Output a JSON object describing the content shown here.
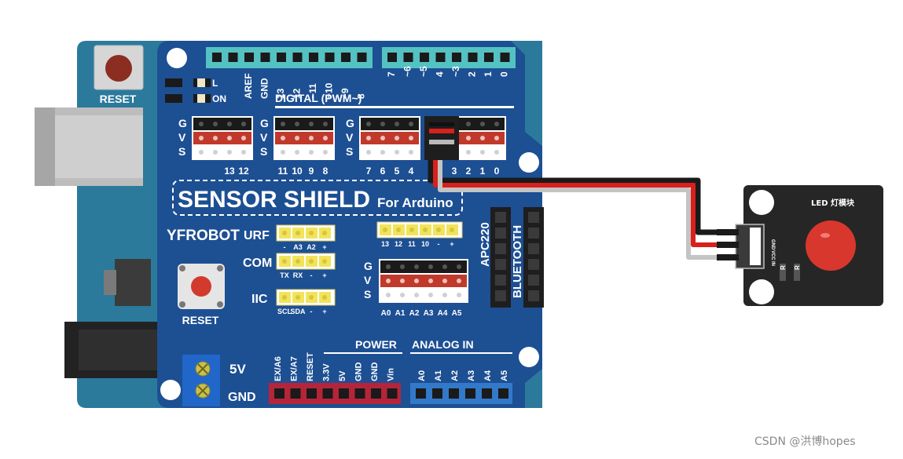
{
  "board": {
    "uno_reset_label": "RESET",
    "led_l": "L",
    "led_on": "ON",
    "top_pins_left": [
      "AREF",
      "GND",
      "13",
      "12",
      "~11",
      "~10",
      "~9",
      "8"
    ],
    "top_pins_right": [
      "7",
      "~6",
      "~5",
      "4",
      "~3",
      "2",
      "1",
      "0"
    ],
    "digital_label": "DIGITAL  (PWM~)",
    "gvs": [
      "G",
      "V",
      "S"
    ],
    "group1_nums": [
      "13",
      "12"
    ],
    "group2_nums": [
      "11",
      "10",
      "9",
      "8"
    ],
    "group3_nums": [
      "7",
      "6",
      "5",
      "4"
    ],
    "group4_nums": [
      "3",
      "2",
      "1",
      "0"
    ],
    "shield_title": "SENSOR  SHIELD",
    "shield_subtitle": "For Arduino",
    "brand": "YFROBOT",
    "urf_label": "URF",
    "urf_pins": [
      "-",
      "A3",
      "A2",
      "+"
    ],
    "com_label": "COM",
    "com_pins": [
      "TX",
      "RX",
      "-",
      "+"
    ],
    "iic_label": "IIC",
    "iic_pins": [
      "SCL",
      "SDA",
      "-",
      "+"
    ],
    "lcd_pins": [
      "13",
      "12",
      "11",
      "10",
      "-",
      "+"
    ],
    "analog_nums": [
      "A0",
      "A1",
      "A2",
      "A3",
      "A4",
      "A5"
    ],
    "apc_label": "APC220",
    "bt_label": "BLUETOOTH",
    "shield_reset_label": "RESET",
    "power_label": "POWER",
    "analog_in_label": "ANALOG  IN",
    "power_pins": [
      "EX/A6",
      "EX/A7",
      "RESET",
      "3.3V",
      "5V",
      "GND",
      "GND",
      "Vin"
    ],
    "analog_pins": [
      "A0",
      "A1",
      "A2",
      "A3",
      "A4",
      "A5"
    ],
    "terminal_5v": "5V",
    "terminal_gnd": "GND"
  },
  "module": {
    "title": "LED 灯模块",
    "pins": [
      "GND",
      "VCC",
      "IN"
    ],
    "res_labels": [
      "R",
      "R"
    ]
  },
  "wires": {
    "colors": {
      "gnd": "#1a1a1a",
      "vcc": "#d8201c",
      "signal": "#c4c4c4"
    }
  },
  "watermark": "CSDN @洪博hopes"
}
